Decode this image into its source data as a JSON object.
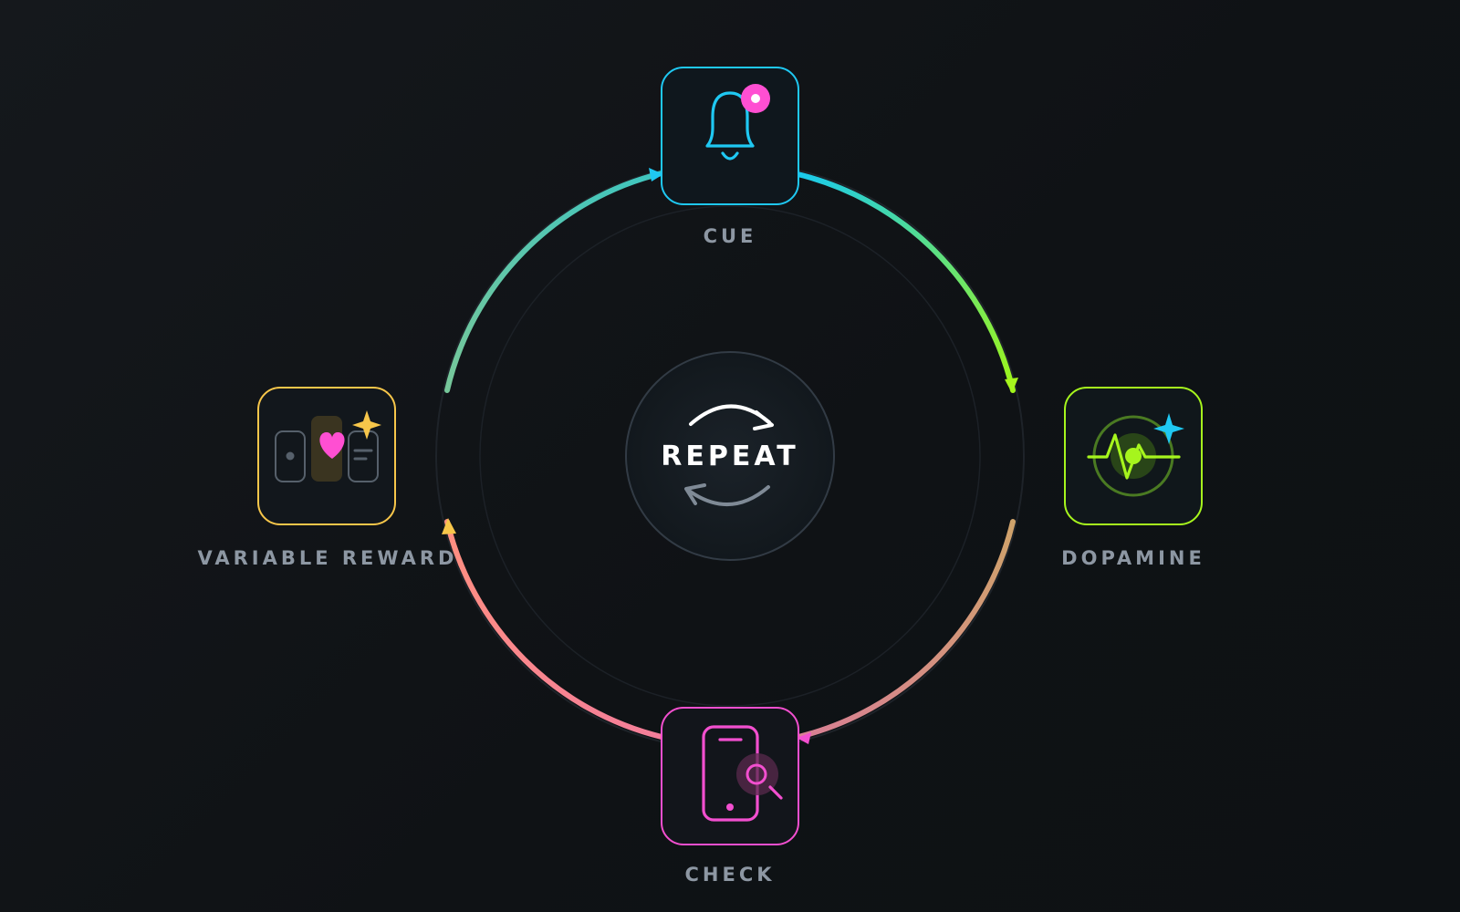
{
  "center": {
    "label": "REPEAT"
  },
  "nodes": [
    {
      "id": "cue",
      "label": "CUE",
      "color": "#1fc8f2",
      "icon": "bell-icon"
    },
    {
      "id": "dopamine",
      "label": "DOPAMINE",
      "color": "#a6f51d",
      "icon": "pulse-icon"
    },
    {
      "id": "check",
      "label": "CHECK",
      "color": "#f24fcf",
      "icon": "phone-search-icon"
    },
    {
      "id": "variable-reward",
      "label": "VARIABLE REWARD",
      "color": "#f7c64a",
      "icon": "cards-heart-icon"
    }
  ],
  "colors": {
    "accent_cyan": "#1fc8f2",
    "accent_green": "#a6f51d",
    "accent_pink": "#f24fcf",
    "accent_yellow": "#f7c64a",
    "accent_salmon": "#ff8f86"
  }
}
